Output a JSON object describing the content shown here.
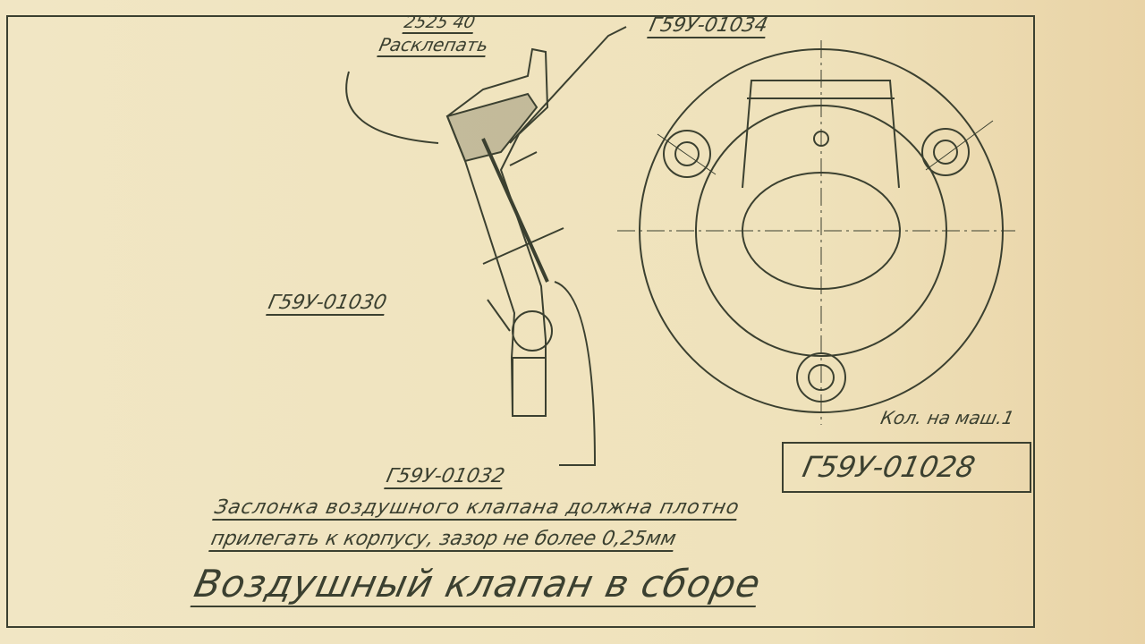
{
  "labels": {
    "rivet_part": "2525 40",
    "rivet_note": "Расклепать",
    "part_01034": "Г59У-01034",
    "part_01030": "Г59У-01030",
    "part_01032": "Г59У-01032",
    "quantity": "Кол. на маш.1",
    "drawing_number": "Г59У-01028"
  },
  "notes": {
    "line1": "Заслонка воздушного клапана должна плотно",
    "line2": "прилегать к корпусу, зазор не более 0,25мм"
  },
  "title": "Воздушный клапан в сборе",
  "colors": {
    "ink": "#3b4030",
    "paper": "#efe2bb"
  }
}
